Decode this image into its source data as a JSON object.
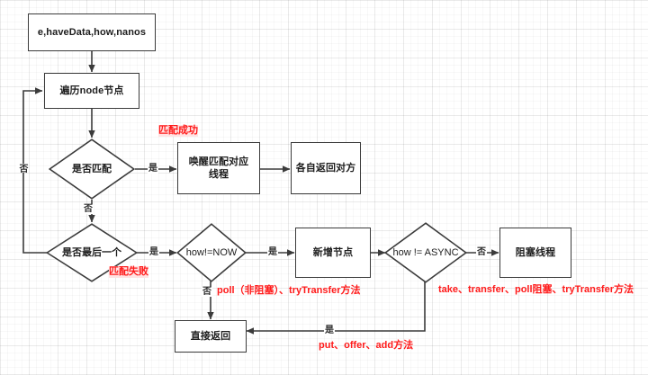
{
  "diagram": {
    "title": "SynchronousQueue / LinkedTransferQueue transfer flow",
    "background": "#ffffff",
    "stroke_color": "#3b3b3b",
    "annotation_color": "#ff1a1a",
    "text_color": "#1d1d1d"
  },
  "nodes": {
    "start": {
      "label": "e,haveData,how,nanos",
      "shape": "box"
    },
    "traverse": {
      "label": "遍历node节点",
      "shape": "box"
    },
    "is_match": {
      "label": "是否匹配",
      "shape": "diamond"
    },
    "wake_thread": {
      "label": "唤醒匹配对应\n线程",
      "line1": "唤醒匹配对应",
      "line2": "线程",
      "shape": "box"
    },
    "return_each": {
      "label": "各自返回对方",
      "shape": "box"
    },
    "is_last": {
      "label": "是否最后一个",
      "shape": "diamond"
    },
    "how_not_now": {
      "label": "how!=NOW",
      "shape": "diamond"
    },
    "add_node": {
      "label": "新增节点",
      "shape": "box"
    },
    "how_not_async": {
      "label": "how != ASYNC",
      "shape": "diamond"
    },
    "block_thread": {
      "label": "阻塞线程",
      "shape": "box"
    },
    "direct_return": {
      "label": "直接返回",
      "shape": "box"
    }
  },
  "edge_labels": {
    "no_loop_left": "否",
    "yes_match": "是",
    "no_match": "否",
    "yes_last": "是",
    "no_how_now": "否",
    "yes_how_now": "是",
    "no_how_async": "否",
    "yes_how_async": "是"
  },
  "annotations": {
    "match_success": "匹配成功",
    "match_fail": "匹配失败",
    "non_blocking_methods": "poll（非阻塞）、tryTransfer方法",
    "blocking_methods": "take、transfer、poll阻塞、tryTransfer方法",
    "async_methods": "put、offer、add方法"
  }
}
